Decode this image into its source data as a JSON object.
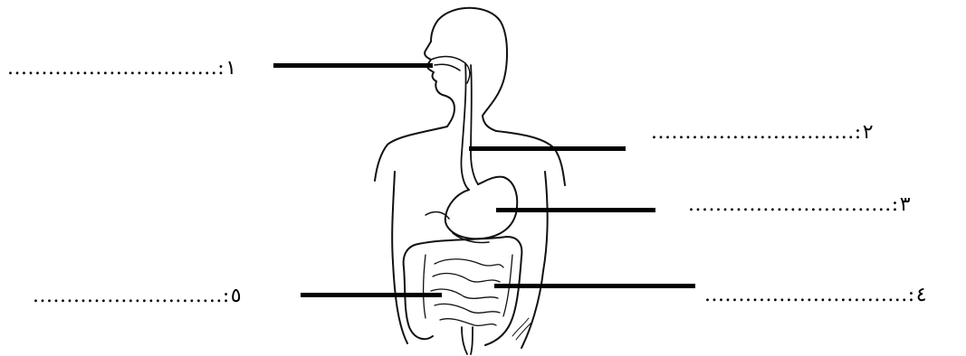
{
  "diagram": {
    "labels": [
      {
        "id": "1",
        "blank": "...............................",
        "sep": ":",
        "num": "١"
      },
      {
        "id": "2",
        "blank": "..............................",
        "sep": ":",
        "num": "٢"
      },
      {
        "id": "3",
        "blank": "..............................",
        "sep": ":",
        "num": "٣"
      },
      {
        "id": "4",
        "blank": "..............................",
        "sep": ":",
        "num": "٤"
      },
      {
        "id": "5",
        "blank": "............................",
        "sep": ":",
        "num": "٥"
      }
    ]
  }
}
